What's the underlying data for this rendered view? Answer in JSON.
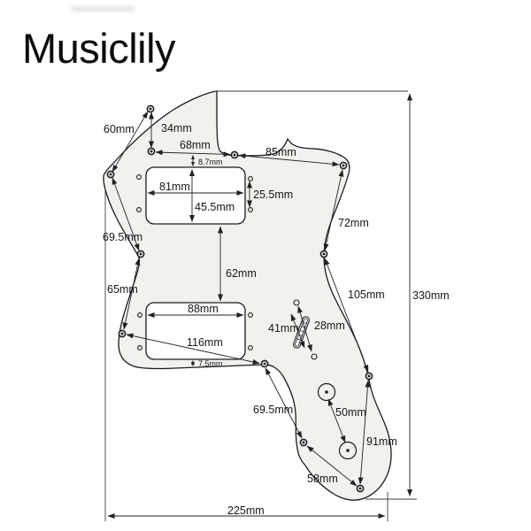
{
  "brand": {
    "logo": "Musiclily"
  },
  "colors": {
    "background": "#ffffff",
    "pickguard_fill": "#f1f1ee",
    "line": "#1c1c1c"
  },
  "diagram": {
    "kind": "pickguard-dimension-drawing",
    "unit": "mm",
    "dims": {
      "d60": "60mm",
      "d34": "34mm",
      "d68": "68mm",
      "d87": "8.7mm",
      "d85": "85mm",
      "d81": "81mm",
      "d255": "25.5mm",
      "d455": "45.5mm",
      "d72": "72mm",
      "d695a": "69.5mm",
      "d62": "62mm",
      "d65": "65mm",
      "d105": "105mm",
      "d330": "330mm",
      "d88": "88mm",
      "d41": "41mm",
      "d28": "28mm",
      "d116": "116mm",
      "d75": "7.5mm",
      "d695b": "69.5mm",
      "d50": "50mm",
      "d91": "91mm",
      "d58": "58mm",
      "d225": "225mm"
    }
  }
}
